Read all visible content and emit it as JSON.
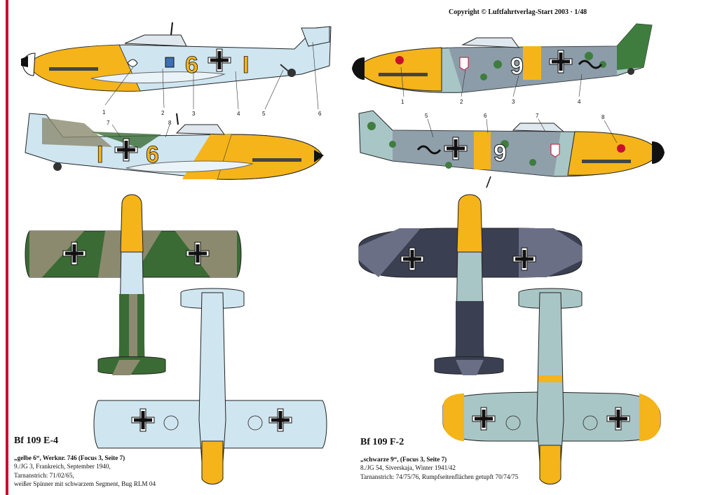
{
  "header": {
    "copyright": "Copyright © Luftfahrtverlag-Start 2003  ·  1/48"
  },
  "colors": {
    "light_blue": "#cfe6f1",
    "yellow": "#f4b41a",
    "rlm_green": "#3a6b34",
    "rlm_gray_green": "#8b8a6e",
    "dark_gray": "#3b3f52",
    "mid_gray": "#6b6f86",
    "mottle_green": "#3f7d3f",
    "mottle_gray": "#7a8296",
    "underside_f2": "#a9c6c6",
    "marking_red": "#c8102e",
    "black": "#111111",
    "accent": "#c8102e"
  },
  "left": {
    "title": "Bf 109 E-4",
    "caption_line1": "„gelbe 6“, Werknr. 746 (Focus 3, Seite 7)",
    "caption_line2": "9./JG 3, Frankreich, September 1940,",
    "caption_line3": "Tarnanstrich: 71/02/65,",
    "caption_line4": "weißer Spinner  mit schwarzem Segment, Bug RLM 04",
    "side_code": "6",
    "gruppe_bar": "I",
    "callouts": [
      "1",
      "2",
      "3",
      "4",
      "5",
      "6",
      "7",
      "8"
    ]
  },
  "right": {
    "title": "Bf 109 F-2",
    "caption_line1": "„schwarze 9“, (Focus 3, Seite 7)",
    "caption_line2": "8./JG 54, Siverskaja, Winter 1941/42",
    "caption_line3": "Tarnanstrich: 74/75/76, Rumpfseitenflächen getupft 70/74/75",
    "side_code": "9",
    "callouts": [
      "1",
      "2",
      "3",
      "4",
      "5",
      "6",
      "7",
      "8"
    ]
  }
}
